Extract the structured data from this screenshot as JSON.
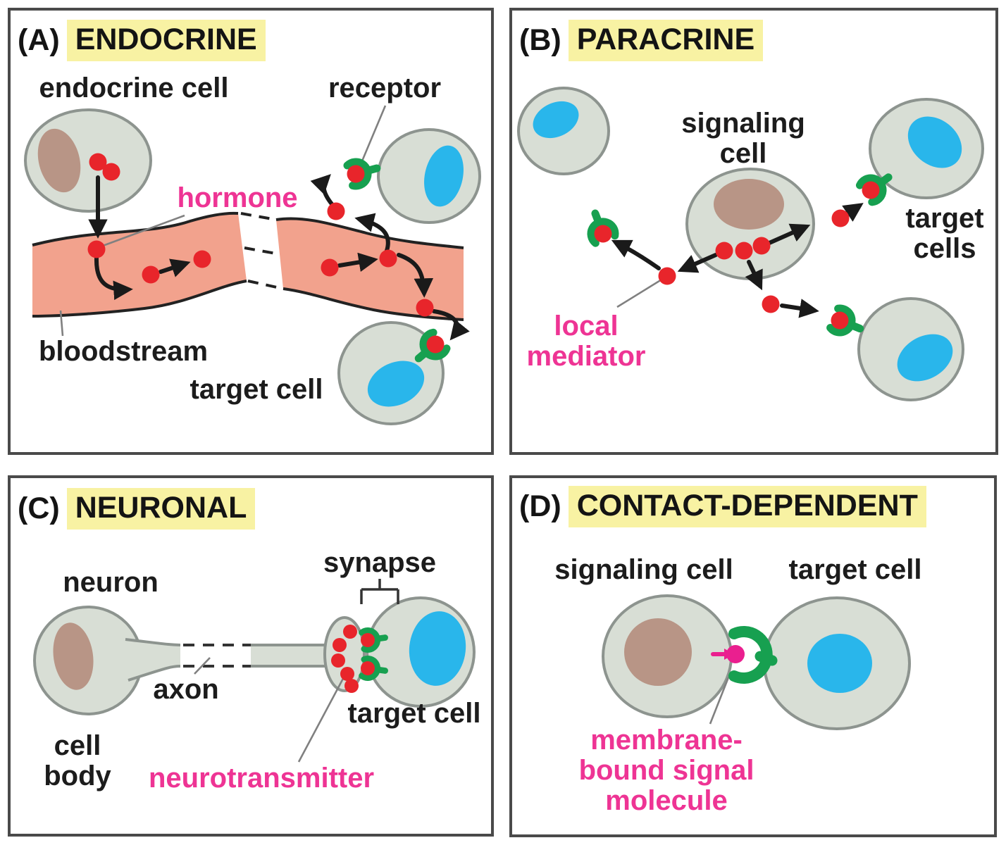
{
  "figure": {
    "panels": {
      "a": {
        "letter": "(A)",
        "title": "ENDOCRINE",
        "labels": {
          "endocrine_cell": "endocrine cell",
          "receptor": "receptor",
          "hormone": "hormone",
          "bloodstream": "bloodstream",
          "target_cell": "target cell"
        }
      },
      "b": {
        "letter": "(B)",
        "title": "PARACRINE",
        "labels": {
          "signaling_cell": "signaling\ncell",
          "target_cells": "target\ncells",
          "local_mediator": "local\nmediator"
        }
      },
      "c": {
        "letter": "(C)",
        "title": "NEURONAL",
        "labels": {
          "neuron": "neuron",
          "synapse": "synapse",
          "axon": "axon",
          "cell_body": "cell\nbody",
          "neurotransmitter": "neurotransmitter",
          "target_cell": "target cell"
        }
      },
      "d": {
        "letter": "(D)",
        "title": "CONTACT-DEPENDENT",
        "labels": {
          "signaling_cell": "signaling cell",
          "target_cell": "target cell",
          "membrane_bound_signal_molecule": "membrane-\nbound signal\nmolecule"
        }
      }
    },
    "palette": {
      "highlight_yellow": "#f8f2a3",
      "label_black": "#1c1c1c",
      "label_magenta": "#ee3494",
      "cell_fill": "#d8ded5",
      "cell_outline": "#8d948f",
      "nucleus_brown": "#b89586",
      "nucleus_blue": "#29b6eb",
      "signal_red": "#e8252b",
      "receptor_green": "#17a050",
      "bloodstream_salmon": "#f2a28d",
      "panel_border": "#4a4a4a"
    }
  }
}
